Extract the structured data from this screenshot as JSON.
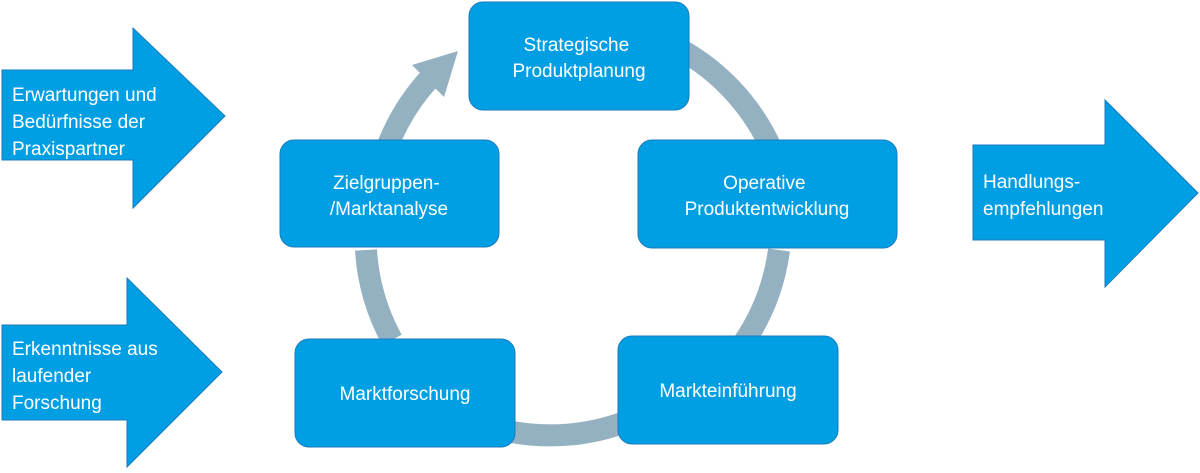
{
  "colors": {
    "box_fill": "#009fe3",
    "box_stroke": "#1a7bbf",
    "cycle_arrow": "#94b1c1",
    "text": "#ffffff"
  },
  "cycle": {
    "strategic": [
      "Strategische",
      "Produktplanung"
    ],
    "operative": [
      "Operative",
      "Produktentwicklung"
    ],
    "launch": [
      "Markteinführung"
    ],
    "research": [
      "Marktforschung"
    ],
    "target": [
      "Zielgruppen-",
      "/Marktanalyse"
    ]
  },
  "inputs": {
    "expectations": [
      "Erwartungen und",
      "Bedürfnisse der",
      "Praxispartner"
    ],
    "findings": [
      "Erkenntnisse aus",
      "laufender",
      "Forschung"
    ]
  },
  "output": {
    "recommendations": [
      "Handlungs-",
      "empfehlungen"
    ]
  }
}
